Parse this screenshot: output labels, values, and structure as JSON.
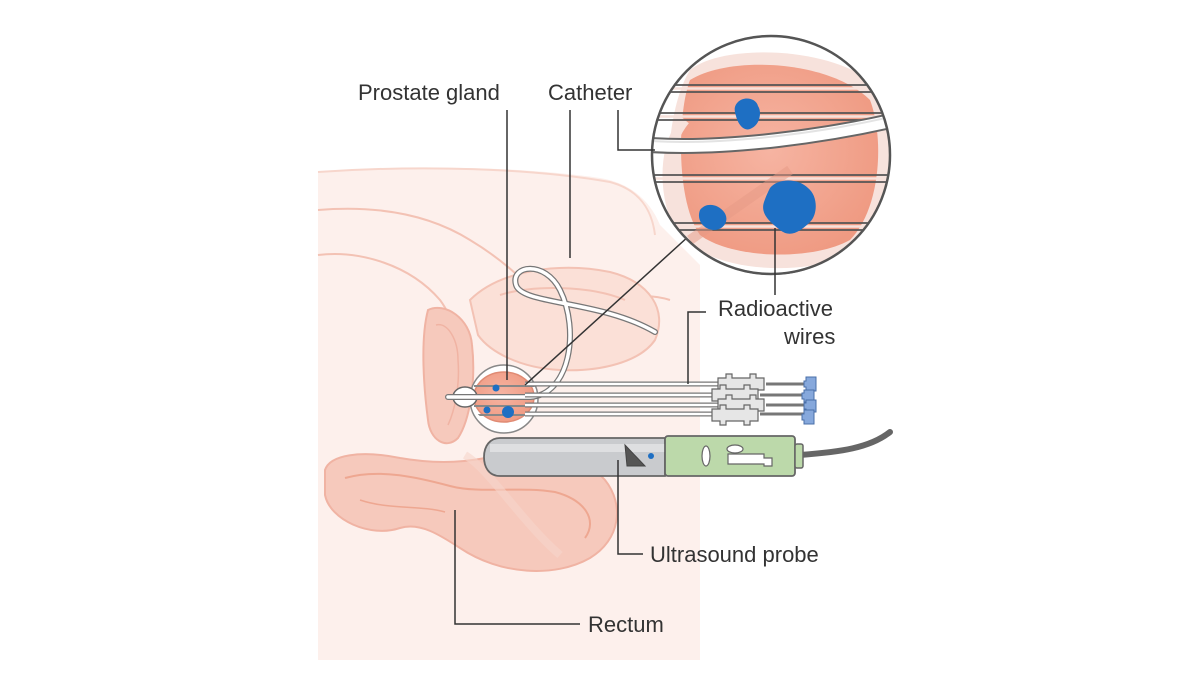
{
  "labels": {
    "prostate_gland": "Prostate gland",
    "catheter": "Catheter",
    "radioactive_wires_line1": "Radioactive",
    "radioactive_wires_line2": "wires",
    "ultrasound_probe": "Ultrasound probe",
    "rectum": "Rectum"
  },
  "colors": {
    "body_fill": "#fce9e3",
    "body_stroke": "#f3c2b4",
    "tissue_fill": "#f6c9bc",
    "organ_fill": "#f2a58f",
    "tumour": "#1e6fc3",
    "probe_grey": "#c4c6c9",
    "probe_green": "#bcd9aa",
    "leader_line": "#333333",
    "wire_connector_blue": "#86a8dc"
  },
  "icons": {
    "magnifier": "zoom-inset-circle",
    "tumour": "blob"
  }
}
